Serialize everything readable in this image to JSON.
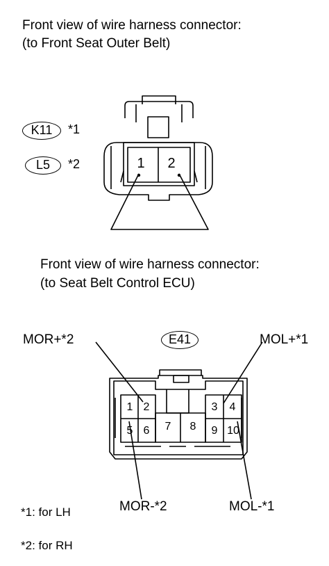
{
  "connector1": {
    "title_line1": "Front view of wire harness connector:",
    "title_line2": "(to Front Seat Outer Belt)",
    "code_a": "K11",
    "code_a_suffix": "*1",
    "code_b": "L5",
    "code_b_suffix": "*2",
    "pins": [
      "1",
      "2"
    ]
  },
  "connector2": {
    "title_line1": "Front view of wire harness connector:",
    "title_line2": "(to Seat Belt Control ECU)",
    "code": "E41",
    "pins": [
      "1",
      "2",
      "3",
      "4",
      "5",
      "6",
      "7",
      "8",
      "9",
      "10"
    ],
    "labels": {
      "mor_plus": "MOR+*2",
      "mol_plus": "MOL+*1",
      "mor_minus": "MOR-*2",
      "mol_minus": "MOL-*1"
    }
  },
  "notes": {
    "note1": "*1: for LH",
    "note2": "*2: for RH"
  }
}
